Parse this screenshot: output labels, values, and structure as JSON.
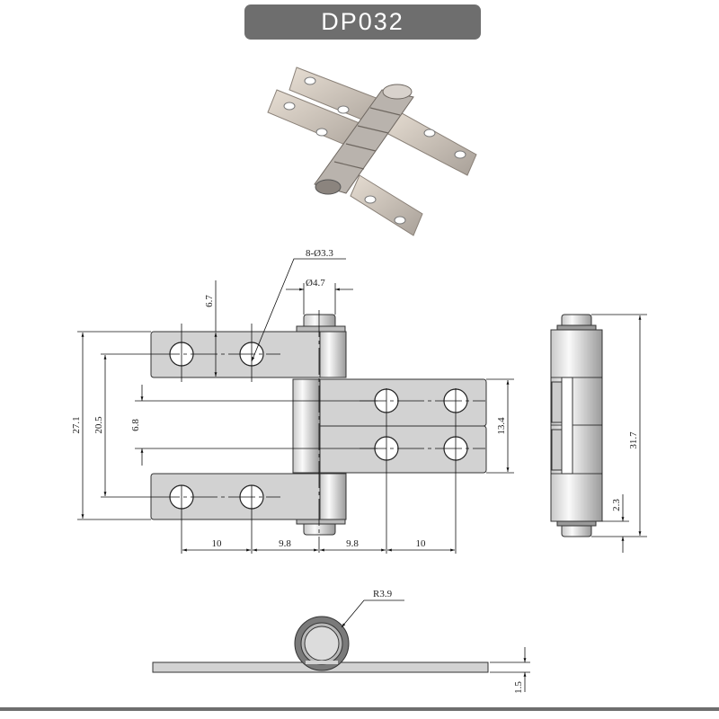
{
  "header": {
    "model": "DP032",
    "bar_color": "#6e6e6e"
  },
  "photo": {
    "icon": "hinge-product-photo"
  },
  "front_view": {
    "hole_callout": "8-Ø3.3",
    "pin_diameter": "Ø4.7",
    "leaf_width": "6.7",
    "overall_height": "27.1",
    "outer_hole_pitch": "20.5",
    "inner_hole_pitch": "6.8",
    "inner_leaf_height": "13.4",
    "horizontal": [
      "10",
      "9.8",
      "9.8",
      "10"
    ]
  },
  "side_view": {
    "overall_length": "31.7",
    "pin_protrusion": "2.3"
  },
  "bottom_view": {
    "knuckle_radius": "R3.9",
    "thickness": "1.5"
  }
}
